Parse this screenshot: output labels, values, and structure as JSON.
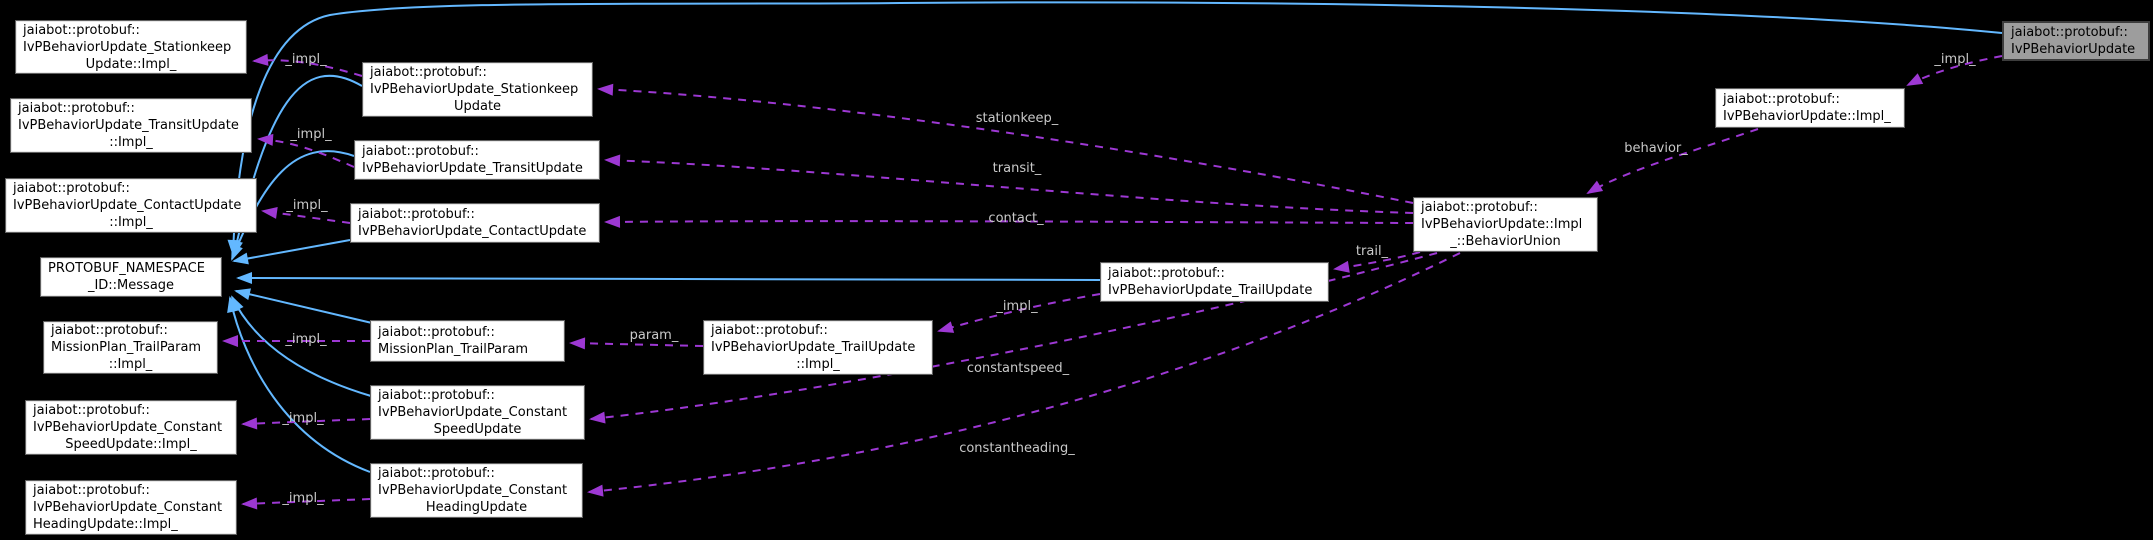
{
  "diagram": {
    "kind": "doxygen-collaboration-graph",
    "focus_class": "jaiabot::protobuf::IvPBehaviorUpdate"
  },
  "colors": {
    "background": "#000000",
    "inheritance_edge": "#63b8ff",
    "usage_edge": "#9d38d3",
    "edge_label": "#c9c9c9",
    "node_background": "#ffffff",
    "node_border": "#5f5f5f",
    "selected_node_background": "#9d9d9d",
    "node_text": "#000000"
  },
  "nodes": {
    "sk_impl": {
      "lines": [
        "jaiabot::protobuf::",
        "IvPBehaviorUpdate_Stationkeep",
        "Update::Impl_"
      ]
    },
    "tr_impl": {
      "lines": [
        "jaiabot::protobuf::",
        "IvPBehaviorUpdate_TransitUpdate",
        "::Impl_"
      ]
    },
    "ct_impl": {
      "lines": [
        "jaiabot::protobuf::",
        "IvPBehaviorUpdate_ContactUpdate",
        "::Impl_"
      ]
    },
    "message": {
      "lines": [
        "PROTOBUF_NAMESPACE",
        "_ID::Message"
      ]
    },
    "tp_impl": {
      "lines": [
        "jaiabot::protobuf::",
        "MissionPlan_TrailParam",
        "::Impl_"
      ]
    },
    "cs_impl": {
      "lines": [
        "jaiabot::protobuf::",
        "IvPBehaviorUpdate_Constant",
        "SpeedUpdate::Impl_"
      ]
    },
    "ch_impl": {
      "lines": [
        "jaiabot::protobuf::",
        "IvPBehaviorUpdate_Constant",
        "HeadingUpdate::Impl_"
      ]
    },
    "sk": {
      "lines": [
        "jaiabot::protobuf::",
        "IvPBehaviorUpdate_Stationkeep",
        "Update"
      ]
    },
    "tr": {
      "lines": [
        "jaiabot::protobuf::",
        "IvPBehaviorUpdate_TransitUpdate"
      ]
    },
    "ct": {
      "lines": [
        "jaiabot::protobuf::",
        "IvPBehaviorUpdate_ContactUpdate"
      ]
    },
    "tp": {
      "lines": [
        "jaiabot::protobuf::",
        "MissionPlan_TrailParam"
      ]
    },
    "cs": {
      "lines": [
        "jaiabot::protobuf::",
        "IvPBehaviorUpdate_Constant",
        "SpeedUpdate"
      ]
    },
    "ch": {
      "lines": [
        "jaiabot::protobuf::",
        "IvPBehaviorUpdate_Constant",
        "HeadingUpdate"
      ]
    },
    "tu_impl": {
      "lines": [
        "jaiabot::protobuf::",
        "IvPBehaviorUpdate_TrailUpdate",
        "::Impl_"
      ]
    },
    "tu": {
      "lines": [
        "jaiabot::protobuf::",
        "IvPBehaviorUpdate_TrailUpdate"
      ]
    },
    "bu": {
      "lines": [
        "jaiabot::protobuf::",
        "IvPBehaviorUpdate::Impl",
        "_::BehaviorUnion"
      ]
    },
    "ivp_impl": {
      "lines": [
        "jaiabot::protobuf::",
        "IvPBehaviorUpdate::Impl_"
      ]
    },
    "ivp": {
      "lines": [
        "jaiabot::protobuf::",
        "IvPBehaviorUpdate"
      ],
      "selected": true
    }
  },
  "edges": {
    "inheritance": [
      {
        "from": "sk",
        "to": "message"
      },
      {
        "from": "tr",
        "to": "message"
      },
      {
        "from": "ct",
        "to": "message"
      },
      {
        "from": "tp",
        "to": "message"
      },
      {
        "from": "cs",
        "to": "message"
      },
      {
        "from": "ch",
        "to": "message"
      },
      {
        "from": "tu",
        "to": "message"
      },
      {
        "from": "ivp",
        "to": "message"
      }
    ],
    "usage": [
      {
        "from": "sk",
        "to": "sk_impl",
        "label": "_impl_"
      },
      {
        "from": "tr",
        "to": "tr_impl",
        "label": "_impl_"
      },
      {
        "from": "ct",
        "to": "ct_impl",
        "label": "_impl_"
      },
      {
        "from": "tp",
        "to": "tp_impl",
        "label": "_impl_"
      },
      {
        "from": "cs",
        "to": "cs_impl",
        "label": "_impl_"
      },
      {
        "from": "ch",
        "to": "ch_impl",
        "label": "_impl_"
      },
      {
        "from": "bu",
        "to": "sk",
        "label": "stationkeep_"
      },
      {
        "from": "bu",
        "to": "tr",
        "label": "transit_"
      },
      {
        "from": "bu",
        "to": "ct",
        "label": "contact_"
      },
      {
        "from": "bu",
        "to": "tu",
        "label": "trail_"
      },
      {
        "from": "tu",
        "to": "tu_impl",
        "label": "_impl_"
      },
      {
        "from": "bu",
        "to": "cs",
        "label": "constantspeed_"
      },
      {
        "from": "bu",
        "to": "ch",
        "label": "constantheading_"
      },
      {
        "from": "tu_impl",
        "to": "tp",
        "label": "param_"
      },
      {
        "from": "ivp_impl",
        "to": "bu",
        "label": "behavior_"
      },
      {
        "from": "ivp",
        "to": "ivp_impl",
        "label": "_impl_"
      }
    ]
  }
}
